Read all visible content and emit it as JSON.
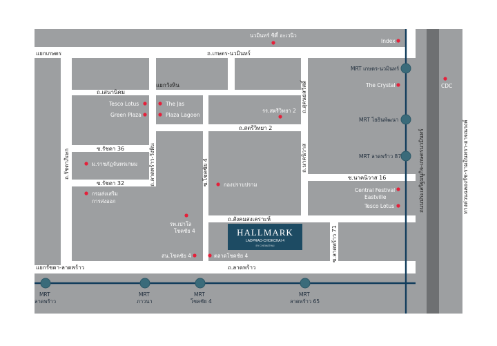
{
  "map": {
    "roads": {
      "kaset_nawamin": "ถ.เกษตร-นวมินทร์",
      "kaset_junction": "แยกเกษตร",
      "senanikom": "ถ.เสนานิคม",
      "wangin_junction": "แยกวังหิน",
      "sukhonthasawat": "ถ.สุคนธสวัสดิ์",
      "satriwitthaya": "ถ.สตรีวิทยา 2",
      "ratchada_road": "ถ.รัชดาภิเษก",
      "soi_ratchada36": "ซ.รัชดา 36",
      "soi_ratchada32": "ซ.รัชดา 32",
      "ladprao_wanghin": "ถ.ลาดพร้าว-วังหิน",
      "soi_chokchai4": "ซ.โชคชัย 4",
      "nakniwat": "ถ.นาคนิวาส",
      "soi_nakniwat16": "ซ.นาคนิวาส 16",
      "prasert_manukit": "ถนนประเสริฐมนูกิจ-เกษตรนวมินทร์",
      "expressway": "ทางด่วนฉลองรัช-รามอินทรา-อาจณรงค์",
      "sangkhom_songkhro": "ถ.สังคมสงเคราะห์",
      "soi_ladprao71": "ซ.ลาดพร้าว 71",
      "ratchada_ladprao_junction": "แยกรัชดา-ลาดพร้าว",
      "ladprao_road": "ถ.ลาดพร้าว"
    },
    "pois": {
      "nawamin_city": "นวมินทร์ ซิตี้ อะเวนิว",
      "index": "Index",
      "the_crystal": "The Crystal",
      "cdc": "CDC",
      "tesco_lotus_1": "Tesco Lotus",
      "the_jas": "The Jas",
      "green_plaza": "Green Plaza",
      "plaza_lagoon": "Plaza Lagoon",
      "satriwitthaya_school": "รร.สตรีวิทยา 2",
      "ratchapat": "ม.ราชภัฏจันทรเกษม",
      "export_dept_1": "กรมส่งเสริม",
      "export_dept_2": "การส่งออก",
      "police_station": "กองปราบปราม",
      "central_eastville_1": "Central Festival",
      "central_eastville_2": "Eastville",
      "tesco_lotus_2": "Tesco Lotus",
      "paolo_hospital_1": "รพ.เปาโล",
      "paolo_hospital_2": "โชคชัย 4",
      "chokchai_police": "สน.โชคชัย 4",
      "chokchai_market": "ตลาดโชคชัย 4"
    },
    "mrt_stations": {
      "kaset_nawamin": "MRT เกษตร-นวมินทร์",
      "chok_chai_phatthana": "MRT โยธินพัฒนา",
      "ladprao87": "MRT ลาดพร้าว 87",
      "ladprao_1": "MRT",
      "ladprao_2": "ลาดพร้าว",
      "phawana_1": "MRT",
      "phawana_2": "ภาวนา",
      "chokchai4_1": "MRT",
      "chokchai4_2": "โชคชัย 4",
      "ladprao65_1": "MRT",
      "ladprao65_2": "ลาดพร้าว 65"
    },
    "project": {
      "name": "HALLMARK",
      "subtitle": "LADPRAO-CHOKCHAI 4",
      "developer": "BY CHEWATHAI"
    },
    "colors": {
      "block": "#9d9fa1",
      "highway": "#6e7072",
      "poi_dot": "#e5203a",
      "mrt_line": "#123d5c",
      "project_box": "#1d4b63"
    }
  }
}
